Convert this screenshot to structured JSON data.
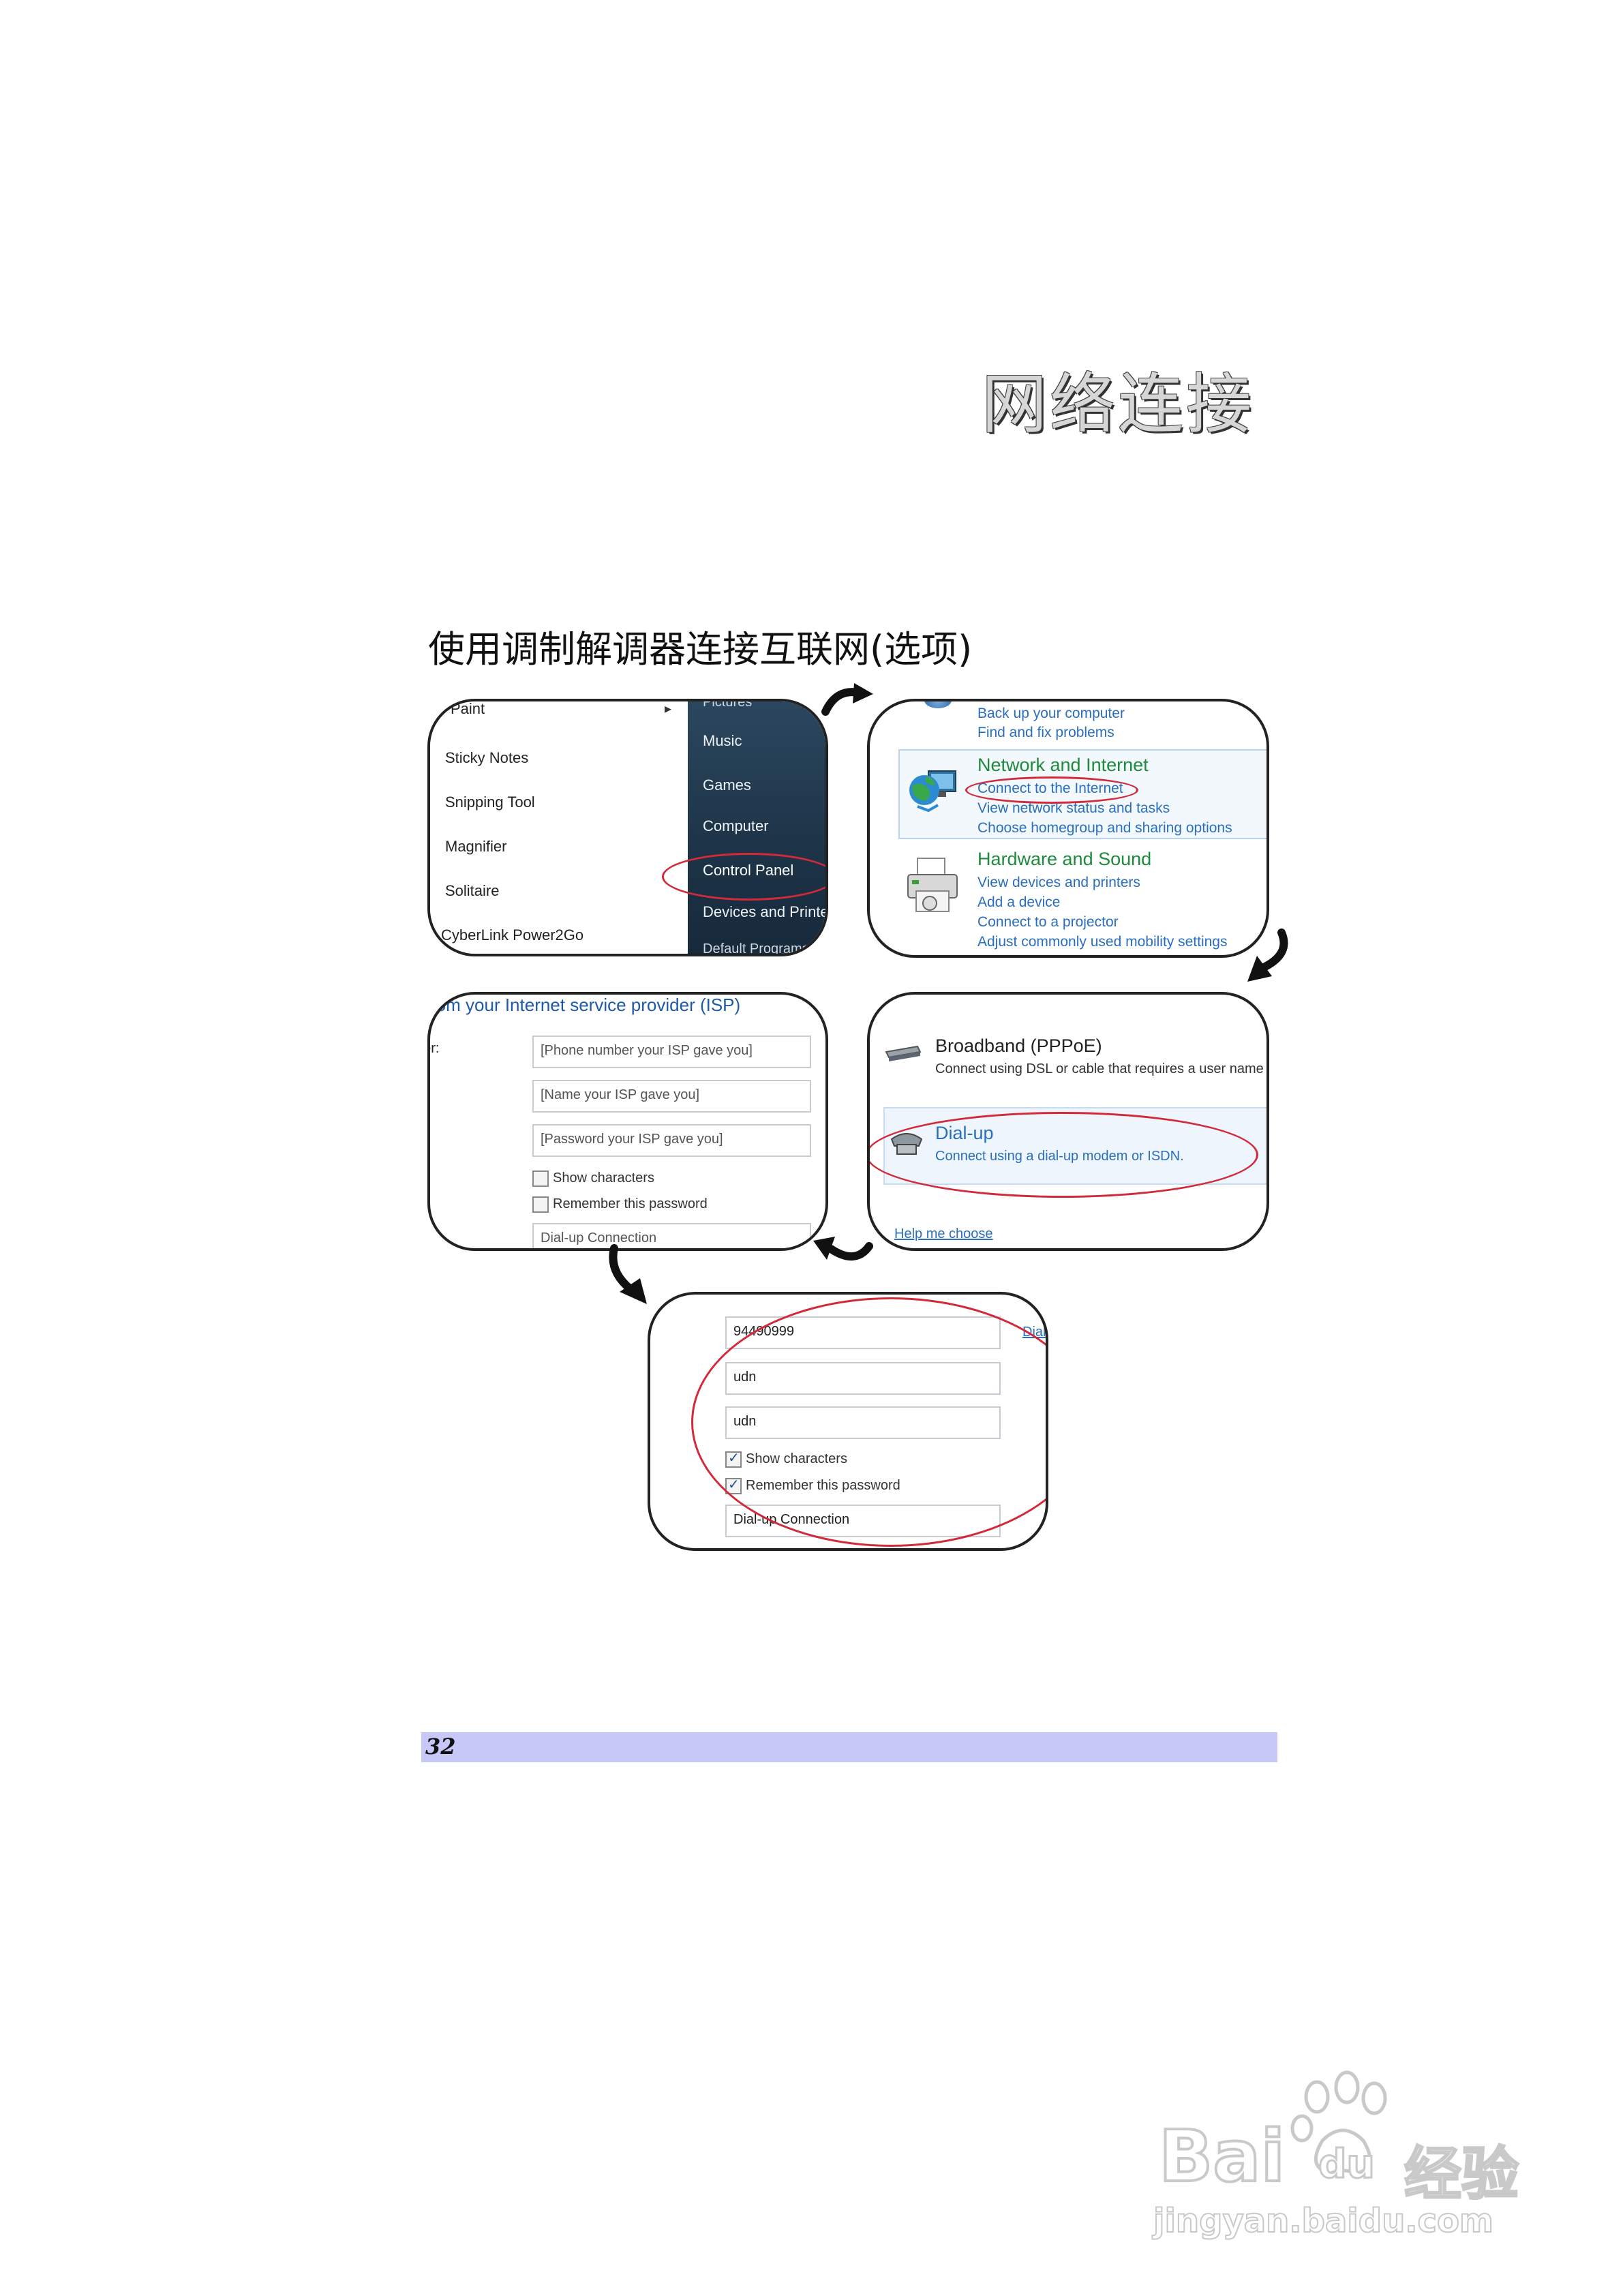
{
  "page": {
    "title": "网络连接",
    "section_title": "使用调制解调器连接互联网(选项)",
    "page_number": "32"
  },
  "panel1": {
    "left_items": [
      "Paint",
      "Sticky Notes",
      "Snipping Tool",
      "Magnifier",
      "Solitaire",
      "CyberLink Power2Go"
    ],
    "right_items": [
      "Pictures",
      "Music",
      "Games",
      "Computer",
      "Control Panel",
      "Devices and Printers",
      "Default Programs"
    ]
  },
  "panel2": {
    "top_links": [
      "Back up your computer",
      "Find and fix problems"
    ],
    "network_heading": "Network and Internet",
    "network_links": [
      "Connect to the Internet",
      "View network status and tasks",
      "Choose homegroup and sharing options"
    ],
    "hardware_heading": "Hardware and Sound",
    "hardware_links": [
      "View devices and printers",
      "Add a device",
      "Connect to a projector",
      "Adjust commonly used mobility settings"
    ]
  },
  "panel3": {
    "header": "Type the information from your Internet service provider (ISP)",
    "phone_label": "Dial-up phone number:",
    "phone_placeholder": "[Phone number your ISP gave you]",
    "user_placeholder": "[Name your ISP gave you]",
    "password_placeholder": "[Password your ISP gave you]",
    "show_characters": "Show characters",
    "remember_password": "Remember this password",
    "connection_name": "Dial-up Connection"
  },
  "panel4": {
    "broadband_title": "Broadband (PPPoE)",
    "broadband_desc": "Connect using DSL or cable that requires a user name and password.",
    "dialup_title": "Dial-up",
    "dialup_desc": "Connect using a dial-up modem or ISDN.",
    "help_link": "Help me choose"
  },
  "panel5": {
    "phone_value": "94490999",
    "side_link": "Dialing Rules",
    "user_value": "udn",
    "password_value": "udn",
    "show_characters": "Show characters",
    "remember_password": "Remember this password",
    "connection_name": "Dial-up Connection",
    "show_checked": true,
    "remember_checked": true
  },
  "watermark": {
    "brand_latin": "Bai",
    "brand_du": "du",
    "brand_cn": "经验",
    "url": "jingyan.baidu.com"
  },
  "colors": {
    "footer_bar": "#c7c8f8",
    "highlight_ellipse": "#d22a3a",
    "start_menu_dark": "#1d3347",
    "link_blue": "#2a6fbf",
    "heading_green": "#1e8a3c"
  },
  "icons": [
    "network-globe-icon",
    "printer-icon",
    "broadband-modem-icon",
    "dialup-phone-icon",
    "curved-arrow-icon"
  ]
}
